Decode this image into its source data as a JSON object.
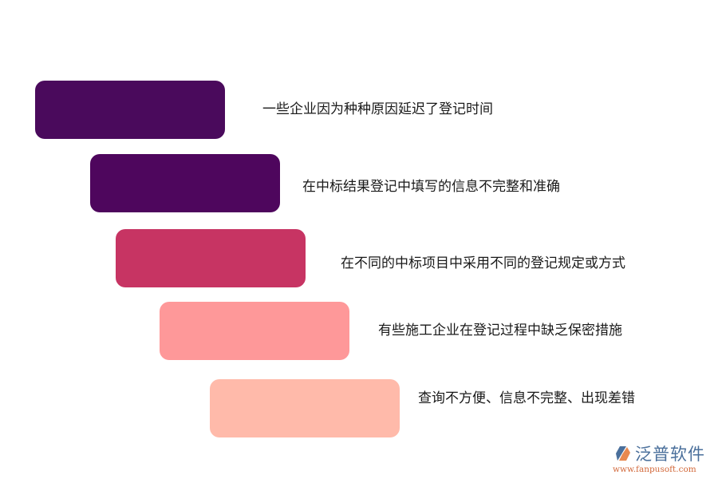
{
  "diagram": {
    "items": [
      {
        "label": "一些企业因为种种原因延迟了登记时间",
        "color": "#4a0a5c"
      },
      {
        "label": "在中标结果登记中填写的信息不完整和准确",
        "color": "#4e065d"
      },
      {
        "label": "在不同的中标项目中采用不同的登记规定或方式",
        "color": "#c73463"
      },
      {
        "label": "有些施工企业在登记过程中缺乏保密措施",
        "color": "#fe9899"
      },
      {
        "label": "查询不方便、信息不完整、出现差错",
        "color": "#ffbaaa"
      }
    ]
  },
  "logo": {
    "name": "泛普软件",
    "url": "www.fanpusoft.com",
    "icon": "fanpu-logo-icon"
  }
}
